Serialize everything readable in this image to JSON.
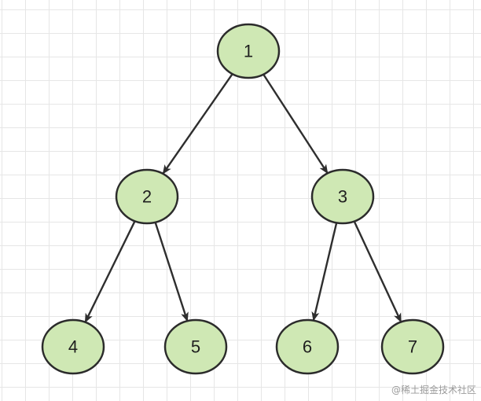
{
  "diagram": {
    "type": "binary-tree",
    "nodes": [
      {
        "id": "n1",
        "label": "1"
      },
      {
        "id": "n2",
        "label": "2"
      },
      {
        "id": "n3",
        "label": "3"
      },
      {
        "id": "n4",
        "label": "4"
      },
      {
        "id": "n5",
        "label": "5"
      },
      {
        "id": "n6",
        "label": "6"
      },
      {
        "id": "n7",
        "label": "7"
      }
    ],
    "edges": [
      {
        "from": "n1",
        "to": "n2"
      },
      {
        "from": "n1",
        "to": "n3"
      },
      {
        "from": "n2",
        "to": "n4"
      },
      {
        "from": "n2",
        "to": "n5"
      },
      {
        "from": "n3",
        "to": "n6"
      },
      {
        "from": "n3",
        "to": "n7"
      }
    ],
    "colors": {
      "node_fill": "#cfe8b4",
      "node_stroke": "#2b2b2b",
      "edge": "#2e2e2e",
      "grid": "#e6e6e6"
    }
  },
  "watermark": "@稀土掘金技术社区"
}
